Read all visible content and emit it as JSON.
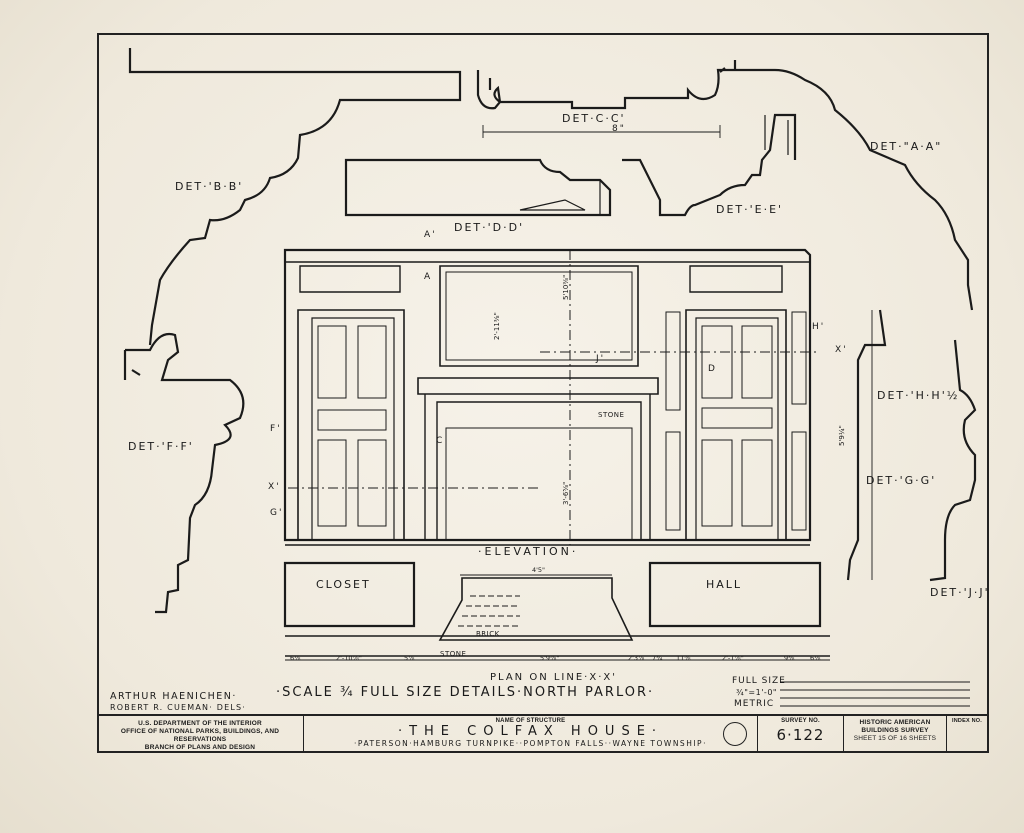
{
  "details": {
    "det_cc": "DET·C·C'",
    "det_cc_dim": "8\"",
    "det_aa": "DET·\"A·A\"",
    "det_bb": "DET·'B·B'",
    "det_dd": "DET·'D·D'",
    "det_ee": "DET·'E·E'",
    "det_ff": "DET·'F·F'",
    "det_hh": "DET·'H·H'½",
    "det_gg": "DET·'G·G'",
    "det_jj": "DET·'J·J'"
  },
  "elevation": {
    "label": "·ELEVATION·",
    "stone_label": "STONE",
    "marks": {
      "a": "A'",
      "a2": "A",
      "x_left": "X'",
      "x_right": "X'",
      "f": "F'",
      "g": "G'",
      "h": "H'",
      "j": "J'",
      "c": "C",
      "d": "D"
    },
    "dims": {
      "overall_height": "5'10⅜\"",
      "opening_height": "3'-6⅝\"",
      "overmantel": "2'-11⅜\"",
      "right_height": "5'9¼\""
    }
  },
  "plan": {
    "closet": "CLOSET",
    "hall": "HALL",
    "brick": "BRICK",
    "stone": "STONE",
    "plan_label": "PLAN ON LINE·X·X'",
    "dims": [
      "6⅛",
      "2'-10⅞\"",
      "5⅞",
      "4'5\"",
      "5'9⅝\"",
      "2'3⅞",
      "7¾",
      "11⅝",
      "2'-1⅞\"",
      "9⅜",
      "6⅛"
    ]
  },
  "scale_title": "·SCALE ¾ FULL SIZE DETAILS·NORTH PARLOR·",
  "scale_bar": {
    "full_size": "FULL SIZE",
    "three_quarter": "¾\"=1'-0\"",
    "metric": "METRIC"
  },
  "delineators": {
    "line1": "ARTHUR  HAENICHEN·",
    "line2": "ROBERT  R. CUEMAN·  DELS·"
  },
  "title_block": {
    "agency1": "U.S. DEPARTMENT OF THE INTERIOR",
    "agency2": "OFFICE OF NATIONAL PARKS, BUILDINGS, AND RESERVATIONS",
    "agency3": "BRANCH OF PLANS AND DESIGN",
    "name_of_structure_label": "NAME OF STRUCTURE",
    "structure_name": "·THE  COLFAX  HOUSE·",
    "location": "·PATERSON·HAMBURG  TURNPIKE··POMPTON FALLS··WAYNE TOWNSHIP·",
    "survey_no_label": "SURVEY NO.",
    "survey_no": "6·122",
    "habs_line1": "HISTORIC AMERICAN",
    "habs_line2": "BUILDINGS SURVEY",
    "sheet_info": "SHEET 15 OF 16 SHEETS",
    "index_no_label": "INDEX NO."
  }
}
